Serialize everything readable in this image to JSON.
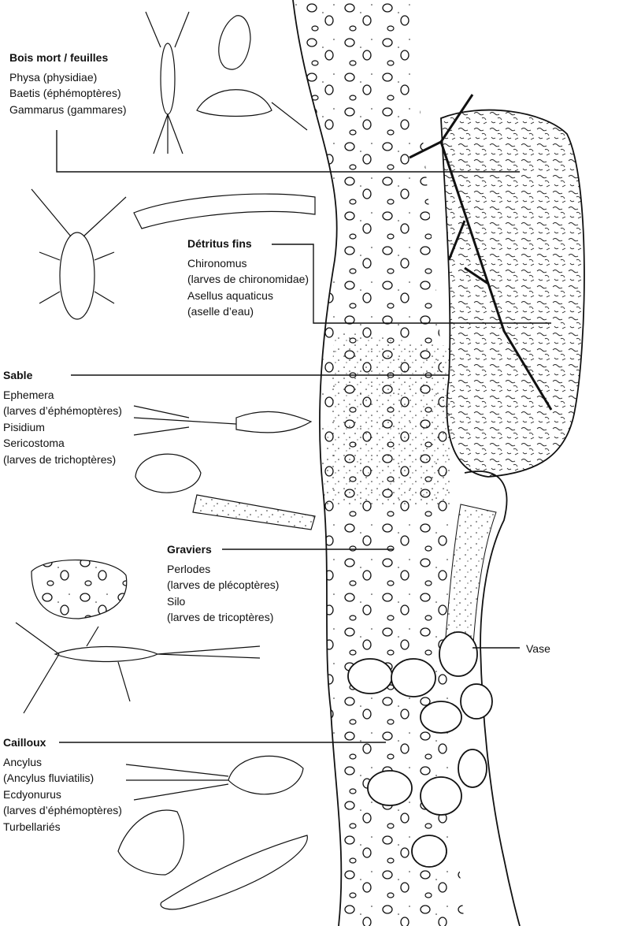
{
  "groups": {
    "bois": {
      "title": "Bois mort / feuilles",
      "items": [
        "Physa (physidiae)",
        "Baetis (éphémoptères)",
        "Gammarus (gammares)"
      ]
    },
    "detritus": {
      "title": "Détritus fins",
      "items": [
        "Chironomus",
        "(larves de chironomidae)",
        "Asellus aquaticus",
        "(aselle d’eau)"
      ]
    },
    "sable": {
      "title": "Sable",
      "items": [
        "Ephemera",
        "(larves d’éphémoptères)",
        "Pisidium",
        "Sericostoma",
        "(larves de trichoptères)"
      ]
    },
    "graviers": {
      "title": "Graviers",
      "items": [
        "Perlodes",
        "(larves de plécoptères)",
        "Silo",
        "(larves de tricoptères)"
      ]
    },
    "cailloux": {
      "title": "Cailloux",
      "items": [
        "Ancylus",
        "(Ancylus fluviatilis)",
        "Ecdyonurus",
        "(larves d’éphémoptères)",
        "Turbellariés"
      ]
    },
    "vase": {
      "title": "Vase"
    }
  },
  "colors": {
    "ink": "#111111",
    "paper": "#ffffff"
  }
}
